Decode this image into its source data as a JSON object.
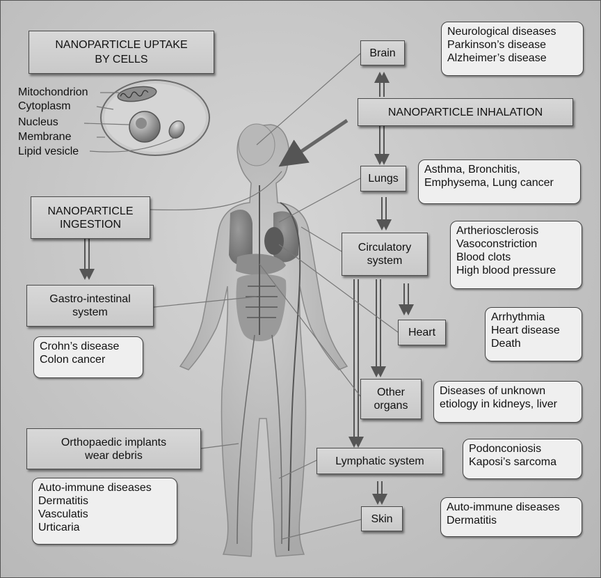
{
  "cell_diagram": {
    "title": [
      "NANOPARTICLE UPTAKE",
      "BY CELLS"
    ],
    "labels": [
      "Mitochondrion",
      "Cytoplasm",
      "Nucleus",
      "Membrane",
      "Lipid vesicle"
    ]
  },
  "exposure_routes": {
    "inhalation": "NANOPARTICLE INHALATION",
    "ingestion": [
      "NANOPARTICLE",
      "INGESTION"
    ]
  },
  "organs": {
    "brain": "Brain",
    "lungs": "Lungs",
    "circulatory": [
      "Circulatory",
      "system"
    ],
    "heart": "Heart",
    "other_organs": [
      "Other",
      "organs"
    ],
    "lymphatic": "Lymphatic system",
    "skin": "Skin",
    "gastro": [
      "Gastro-intestinal",
      "system"
    ],
    "implants": [
      "Orthopaedic implants",
      "wear debris"
    ]
  },
  "diseases": {
    "brain": [
      "Neurological diseases",
      "Parkinson’s disease",
      "Alzheimer’s disease"
    ],
    "lungs": [
      "Asthma, Bronchitis,",
      "Emphysema, Lung cancer"
    ],
    "circulatory": [
      "Artheriosclerosis",
      "Vasoconstriction",
      "Blood clots",
      "High blood pressure"
    ],
    "heart": [
      "Arrhythmia",
      "Heart disease",
      "Death"
    ],
    "other_organs": [
      "Diseases of unknown",
      "etiology in kidneys, liver"
    ],
    "lymphatic": [
      "Podonconiosis",
      "Kaposi’s sarcoma"
    ],
    "skin": [
      "Auto-immune diseases",
      "Dermatitis"
    ],
    "gastro": [
      "Crohn’s disease",
      "Colon cancer"
    ],
    "implants": [
      "Auto-immune diseases",
      "Dermatitis",
      "Vasculatis",
      "Urticaria"
    ]
  }
}
